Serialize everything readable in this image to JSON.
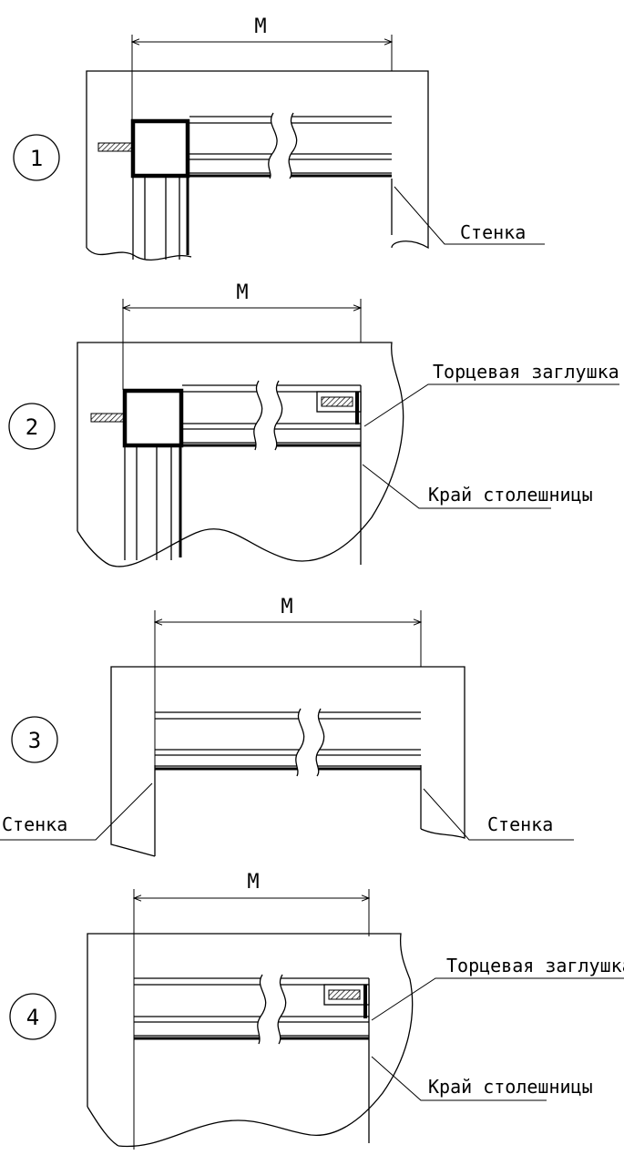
{
  "figures": [
    {
      "number": "1",
      "dimension": "M",
      "labels": {
        "wall": "Стенка"
      }
    },
    {
      "number": "2",
      "dimension": "M",
      "labels": {
        "end_cap": "Торцевая заглушка",
        "edge": "Край столешницы"
      }
    },
    {
      "number": "3",
      "dimension": "M",
      "labels": {
        "wall_left": "Стенка",
        "wall_right": "Стенка"
      }
    },
    {
      "number": "4",
      "dimension": "M",
      "labels": {
        "end_cap": "Торцевая заглушка",
        "edge": "Край столешницы"
      }
    }
  ]
}
